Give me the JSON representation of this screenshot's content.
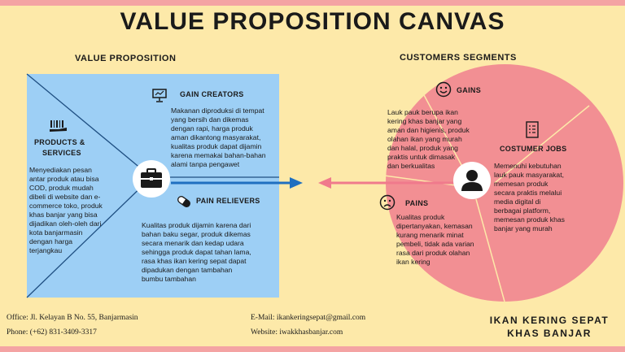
{
  "title": "VALUE PROPOSITION CANVAS",
  "value_proposition": {
    "heading": "VALUE PROPOSITION",
    "gain_creators": {
      "label": "GAIN CREATORS",
      "icon": "presentation-board-icon",
      "lines": [
        "Makanan diproduksi di tempat",
        "yang bersih dan dikemas",
        "dengan rapi, harga produk",
        "aman dikantong masyarakat,",
        "kualitas produk dapat dijamin",
        "karena memakai bahan-bahan",
        "alami tanpa pengawet"
      ]
    },
    "products_services": {
      "label_line1": "PRODUCTS &",
      "label_line2": "SERVICES",
      "icon": "barcode-hand-icon",
      "lines": [
        "Menyediakan pesan",
        "antar produk atau bisa",
        "COD, produk mudah",
        "dibeli di website dan e-",
        "commerce toko, produk",
        "khas banjar yang bisa",
        "dijadikan oleh-oleh dari",
        "kota banjarmasin",
        "dengan harga",
        "terjangkau"
      ]
    },
    "pain_relievers": {
      "label": "PAIN RELIEVERS",
      "icon": "pill-icon",
      "lines": [
        "Kualitas produk dijamin karena dari",
        "bahan baku segar, produk dikemas",
        "secara menarik dan kedap udara",
        "sehingga produk dapat tahan lama,",
        "rasa khas ikan kering sepat dapat",
        "dipadukan dengan tambahan",
        "bumbu tambahan"
      ]
    }
  },
  "customer_segments": {
    "heading": "CUSTOMERS SEGMENTS",
    "gains": {
      "label": "GAINS",
      "icon": "smiley-icon",
      "lines": [
        "Lauk pauk berupa ikan",
        "kering khas banjar yang",
        "aman dan higienis, produk",
        "olahan ikan yang murah",
        "dan halal, produk yang",
        "praktis untuk dimasak",
        "dan berkualitas"
      ]
    },
    "customer_jobs": {
      "label": "COSTUMER JOBS",
      "icon": "checklist-icon",
      "lines": [
        "Memenuhi kebutuhan",
        "lauk pauk masyarakat,",
        "memesan produk",
        "secara praktis melalui",
        "media digital di",
        "berbagai platform,",
        "memesan produk khas",
        "banjar yang murah"
      ]
    },
    "pains": {
      "label": "PAINS",
      "icon": "sad-face-icon",
      "lines": [
        "Kualitas produk",
        "dipertanyakan, kemasan",
        "kurang menarik minat",
        "pembeli, tidak ada varian",
        "rasa dari produk olahan",
        "ikan kering"
      ]
    }
  },
  "footer": {
    "office": "Office: Jl. Kelayan B No. 55, Banjarmasin",
    "phone": "Phone: (+62) 831-3409-3317",
    "email": "E-Mail: ikankeringsepat@gmail.com",
    "website": "Website: iwakkhasbanjar.com",
    "brand_line1": "IKAN KERING SEPAT",
    "brand_line2": "KHAS BANJAR"
  },
  "colors": {
    "background": "#fde9a9",
    "value_square": "#9dcff5",
    "customer_circle": "#f28f93",
    "arrow_blue": "#1f6fc0",
    "arrow_pink": "#f07a8c",
    "accent_bar": "#f4a3a3"
  }
}
